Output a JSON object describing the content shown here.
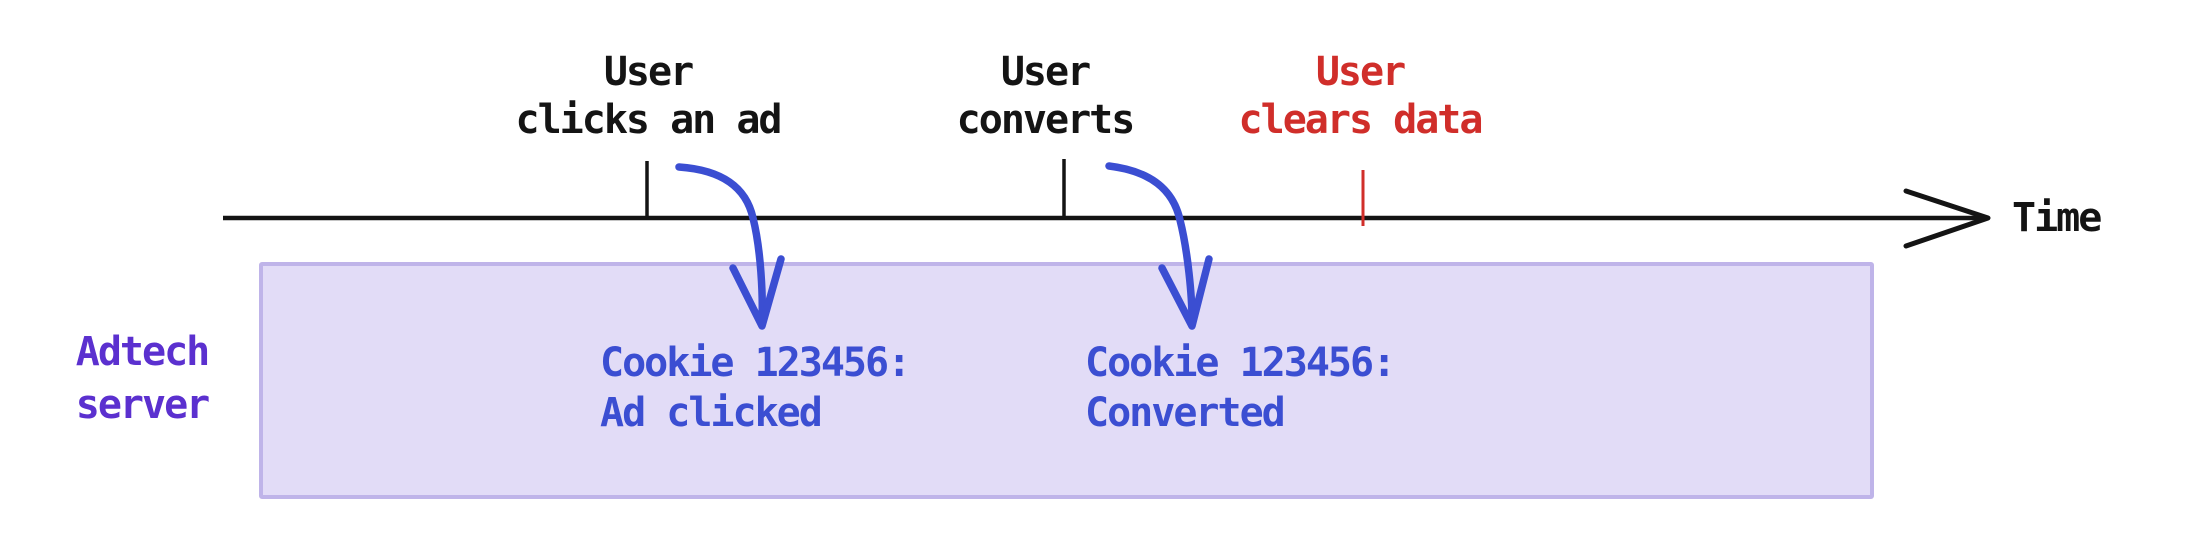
{
  "timeline": {
    "axis_label": "Time",
    "events": [
      {
        "line1": "User",
        "line2": "clicks an ad"
      },
      {
        "line1": "User",
        "line2": "converts"
      },
      {
        "line1": "User",
        "line2": "clears data"
      }
    ]
  },
  "server": {
    "label_line1": "Adtech",
    "label_line2": "server",
    "records": [
      {
        "line1": "Cookie 123456:",
        "line2": "Ad clicked"
      },
      {
        "line1": "Cookie 123456:",
        "line2": "Converted"
      }
    ]
  },
  "colors": {
    "event_text": "#141414",
    "cleared_event_text": "#d02e2a",
    "axis_line": "#141414",
    "cleared_tick": "#d02e2a",
    "server_label_text": "#5b30cf",
    "cookie_record_text": "#3b4ed2",
    "arrow_blue": "#3b4ed2",
    "box_fill": "#e2dcf7",
    "box_border": "#bfb4e9"
  }
}
